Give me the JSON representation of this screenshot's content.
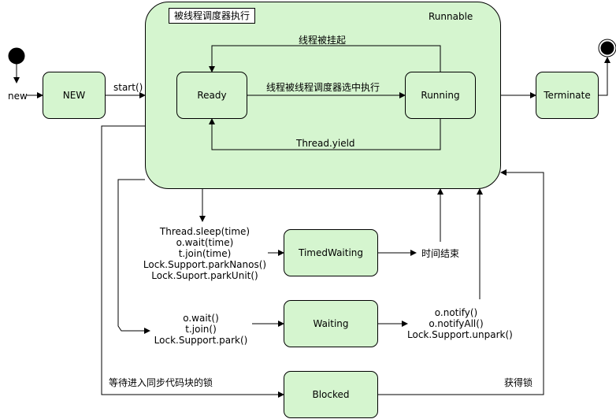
{
  "diagram": {
    "runnable": {
      "title": "被线程调度器执行",
      "label": "Runnable"
    },
    "states": {
      "new": "NEW",
      "ready": "Ready",
      "running": "Running",
      "terminate": "Terminate",
      "timed_waiting": "TimedWaiting",
      "waiting": "Waiting",
      "blocked": "Blocked"
    },
    "edges": {
      "new": "new",
      "start": "start()",
      "suspended": "线程被挂起",
      "selected": "线程被线程调度器选中执行",
      "yield": "Thread.yield",
      "time_up": "时间结束",
      "wait_lock": "等待进入同步代码块的锁",
      "got_lock": "获得锁"
    },
    "timed_waiting_calls": [
      "Thread.sleep(time)",
      "o.wait(time)",
      "t.join(time)",
      "Lock.Support.parkNanos()",
      "Lock.Suport.parkUnit()"
    ],
    "waiting_calls": [
      "o.wait()",
      "t.join()",
      "Lock.Support.park()"
    ],
    "notify_calls": [
      "o.notify()",
      "o.notifyAll()",
      "Lock.Support.unpark()"
    ]
  }
}
